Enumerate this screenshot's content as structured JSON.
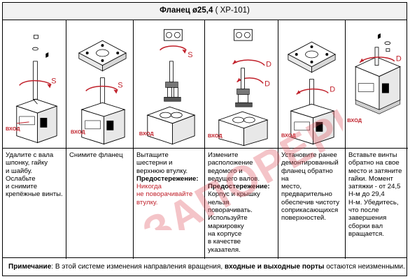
{
  "header": {
    "title_bold": "Фланец ø25,4",
    "title_rest": " ( XP-101)"
  },
  "steps": [
    {
      "label_input": "ВХОД",
      "rotation": "S",
      "text": [
        "Удалите с вала",
        "шпонку, гайку",
        "и шайбу.",
        "Ослабьте",
        "и снимите",
        "крепёжные винты."
      ]
    },
    {
      "label_input": "ВХОД",
      "rotation": "S",
      "text": [
        "Снимите фланец"
      ]
    },
    {
      "label_input": "ВХОД",
      "rotation": "S",
      "text": [
        "Вытащите",
        "шестерни и",
        "верхнюю втулку."
      ],
      "warning_title": "Предостережение:",
      "warning": [
        "Никогда",
        "не поворачивайте",
        "втулку."
      ]
    },
    {
      "label_input": "ВХОД",
      "rotation": "D",
      "text": [
        "Измените",
        "расположение",
        "ведомого и",
        "ведущего валов."
      ],
      "warning_title": "Предостережение:",
      "warning": [
        "Корпус и крышку",
        "нельзя",
        "поворачивать.",
        "Используйте",
        "маркировку",
        "на корпусе",
        "в качестве",
        "указателя."
      ]
    },
    {
      "label_input": "ВХОД",
      "rotation": "D",
      "text": [
        "Установите ранее",
        "демонтированный",
        "фланец обратно на",
        "место,",
        "предварительно",
        "обеспечив чистоту",
        "соприкасающихся",
        "поверхностей."
      ]
    },
    {
      "label_input": "ВХОД",
      "rotation": "D",
      "text": [
        "Вставьте винты",
        "обратно на свое",
        "место и затяните",
        "гайки. Момент",
        "затяжки - от 24,5",
        "Н-м до 29,4",
        "Н-м. Убедитесь,",
        "что после",
        "завершения",
        "сборки вал",
        "вращается."
      ]
    }
  ],
  "note": {
    "label": "Примечание",
    "text_before": ": В этой системе изменения направления вращения, ",
    "text_bold": "входные и выходные порты",
    "text_after": " остаются неизменными."
  },
  "watermark": {
    "text": "ЗАПОРЕРЫ",
    "color": "#e05a63"
  },
  "colors": {
    "accent": "#c0202a"
  }
}
